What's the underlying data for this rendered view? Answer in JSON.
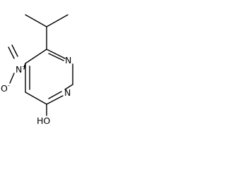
{
  "structure": {
    "atoms": {
      "ring_n_top": "N",
      "ring_n_bottom": "N",
      "nitro_n": "N",
      "nitro_n_charge": "+",
      "nitro_o": "O",
      "nitro_o_charge": "-",
      "hydroxyl": "HO"
    },
    "colors": {
      "bond": "#000000",
      "label": "#000000",
      "background": "#ffffff"
    }
  }
}
